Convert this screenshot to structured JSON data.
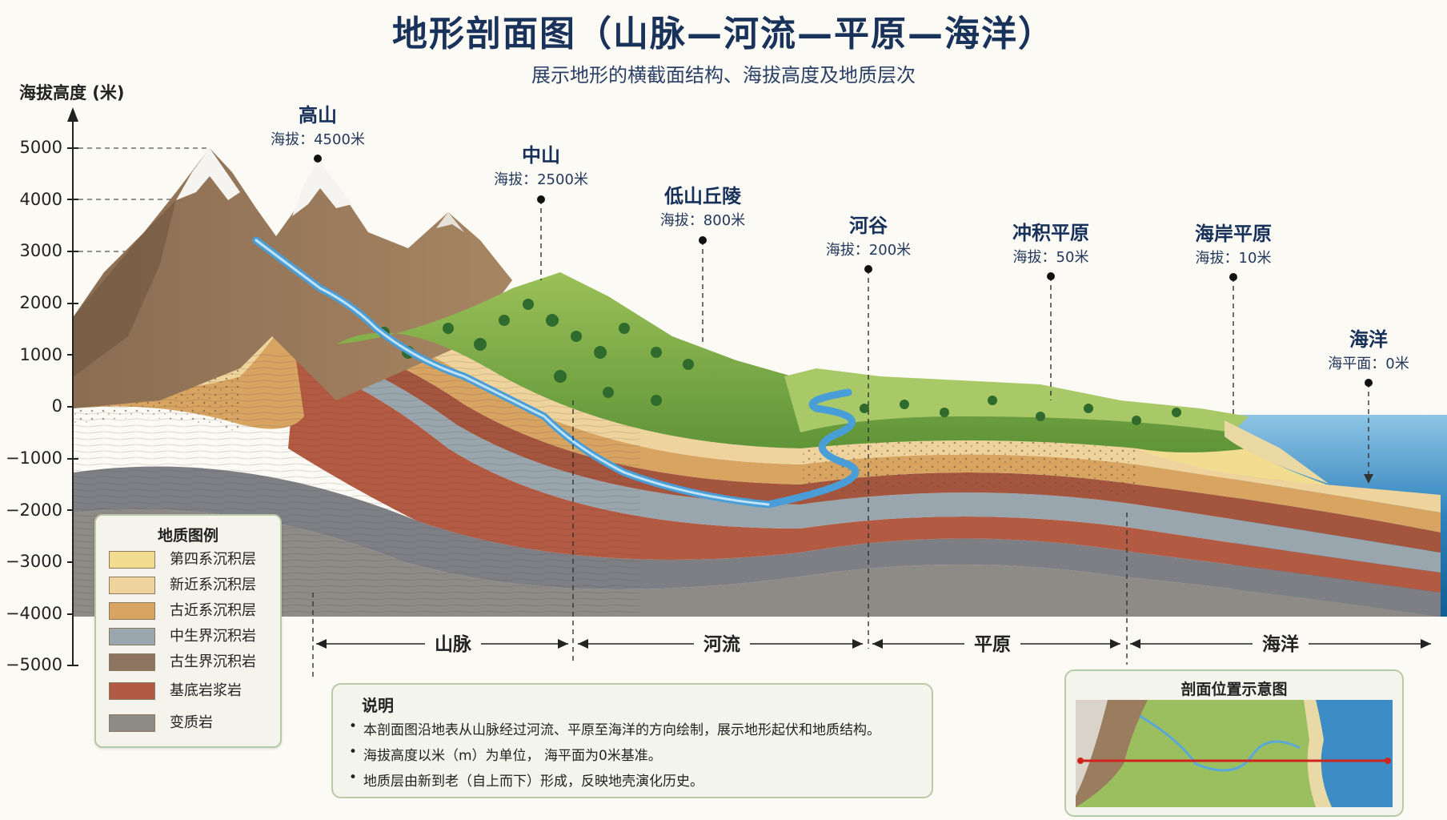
{
  "title": "地形剖面图（山脉—河流—平原—海洋）",
  "subtitle": "展示地形的横截面结构、海拔高度及地质层次",
  "y_axis": {
    "title": "海拔高度 (米)",
    "ticks": [
      "5000",
      "4000",
      "3000",
      "2000",
      "1000",
      "0",
      "−1000",
      "−2000",
      "−3000",
      "−4000",
      "−5000"
    ]
  },
  "markers": [
    {
      "name": "高山",
      "elevation": "海拔：4500米"
    },
    {
      "name": "中山",
      "elevation": "海拔：2500米"
    },
    {
      "name": "低山丘陵",
      "elevation": "海拔：800米"
    },
    {
      "name": "河谷",
      "elevation": "海拔：200米"
    },
    {
      "name": "冲积平原",
      "elevation": "海拔：50米"
    },
    {
      "name": "海岸平原",
      "elevation": "海拔：10米"
    },
    {
      "name": "海洋",
      "elevation": "海平面：0米"
    }
  ],
  "regions": [
    "山脉",
    "河流",
    "平原",
    "海洋"
  ],
  "legend": {
    "title": "地质图例",
    "items": [
      {
        "label": "第四系沉积层",
        "color": "#f1dc8f"
      },
      {
        "label": "新近系沉积层",
        "color": "#eed39c"
      },
      {
        "label": "古近系沉积层",
        "color": "#d8a462"
      },
      {
        "label": "中生界沉积岩",
        "color": "#9aa6ad"
      },
      {
        "label": "古生界沉积岩",
        "color": "#8d7460"
      },
      {
        "label": "基底岩浆岩",
        "color": "#b35a43"
      },
      {
        "label": "变质岩",
        "color": "#8e8a86"
      }
    ]
  },
  "notes": {
    "title": "说明",
    "items": [
      "本剖面图沿地表从山脉经过河流、平原至海洋的方向绘制，展示地形起伏和地质结构。",
      "海拔高度以米（m）为单位， 海平面为0米基准。",
      "地质层由新到老（自上而下）形成，反映地壳演化历史。"
    ]
  },
  "minimap": {
    "title": "剖面位置示意图"
  }
}
